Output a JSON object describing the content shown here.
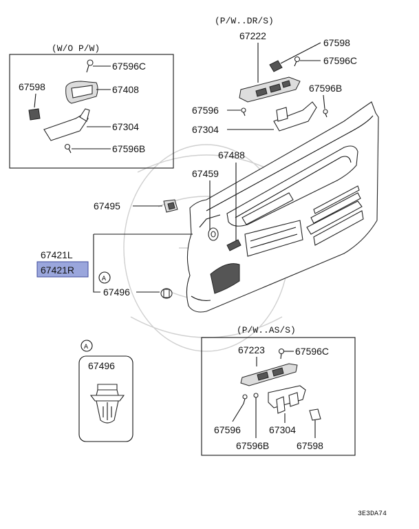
{
  "groups": {
    "wo_pw": "(W/O P/W)",
    "pw_dr": "(P/W..DR/S)",
    "pw_as": "(P/W..AS/S)"
  },
  "callout": "A",
  "parts": {
    "p67596c_a": "67596C",
    "p67598_a": "67598",
    "p67408": "67408",
    "p67304_a": "67304",
    "p67596b_a": "67596B",
    "p67222": "67222",
    "p67598_b": "67598",
    "p67596c_b": "67596C",
    "p67596b_b": "67596B",
    "p67596_b": "67596",
    "p67304_b": "67304",
    "p67488": "67488",
    "p67459": "67459",
    "p67495": "67495",
    "p67421l": "67421L",
    "p67421r": "67421R",
    "p67496_a": "67496",
    "p67496_detail": "67496",
    "p67223": "67223",
    "p67596c_c": "67596C",
    "p67596_c": "67596",
    "p67304_c": "67304",
    "p67596b_c": "67596B",
    "p67598_c": "67598"
  },
  "highlight_color": "#9aa6dc",
  "diagram_code": "3E3DA74"
}
